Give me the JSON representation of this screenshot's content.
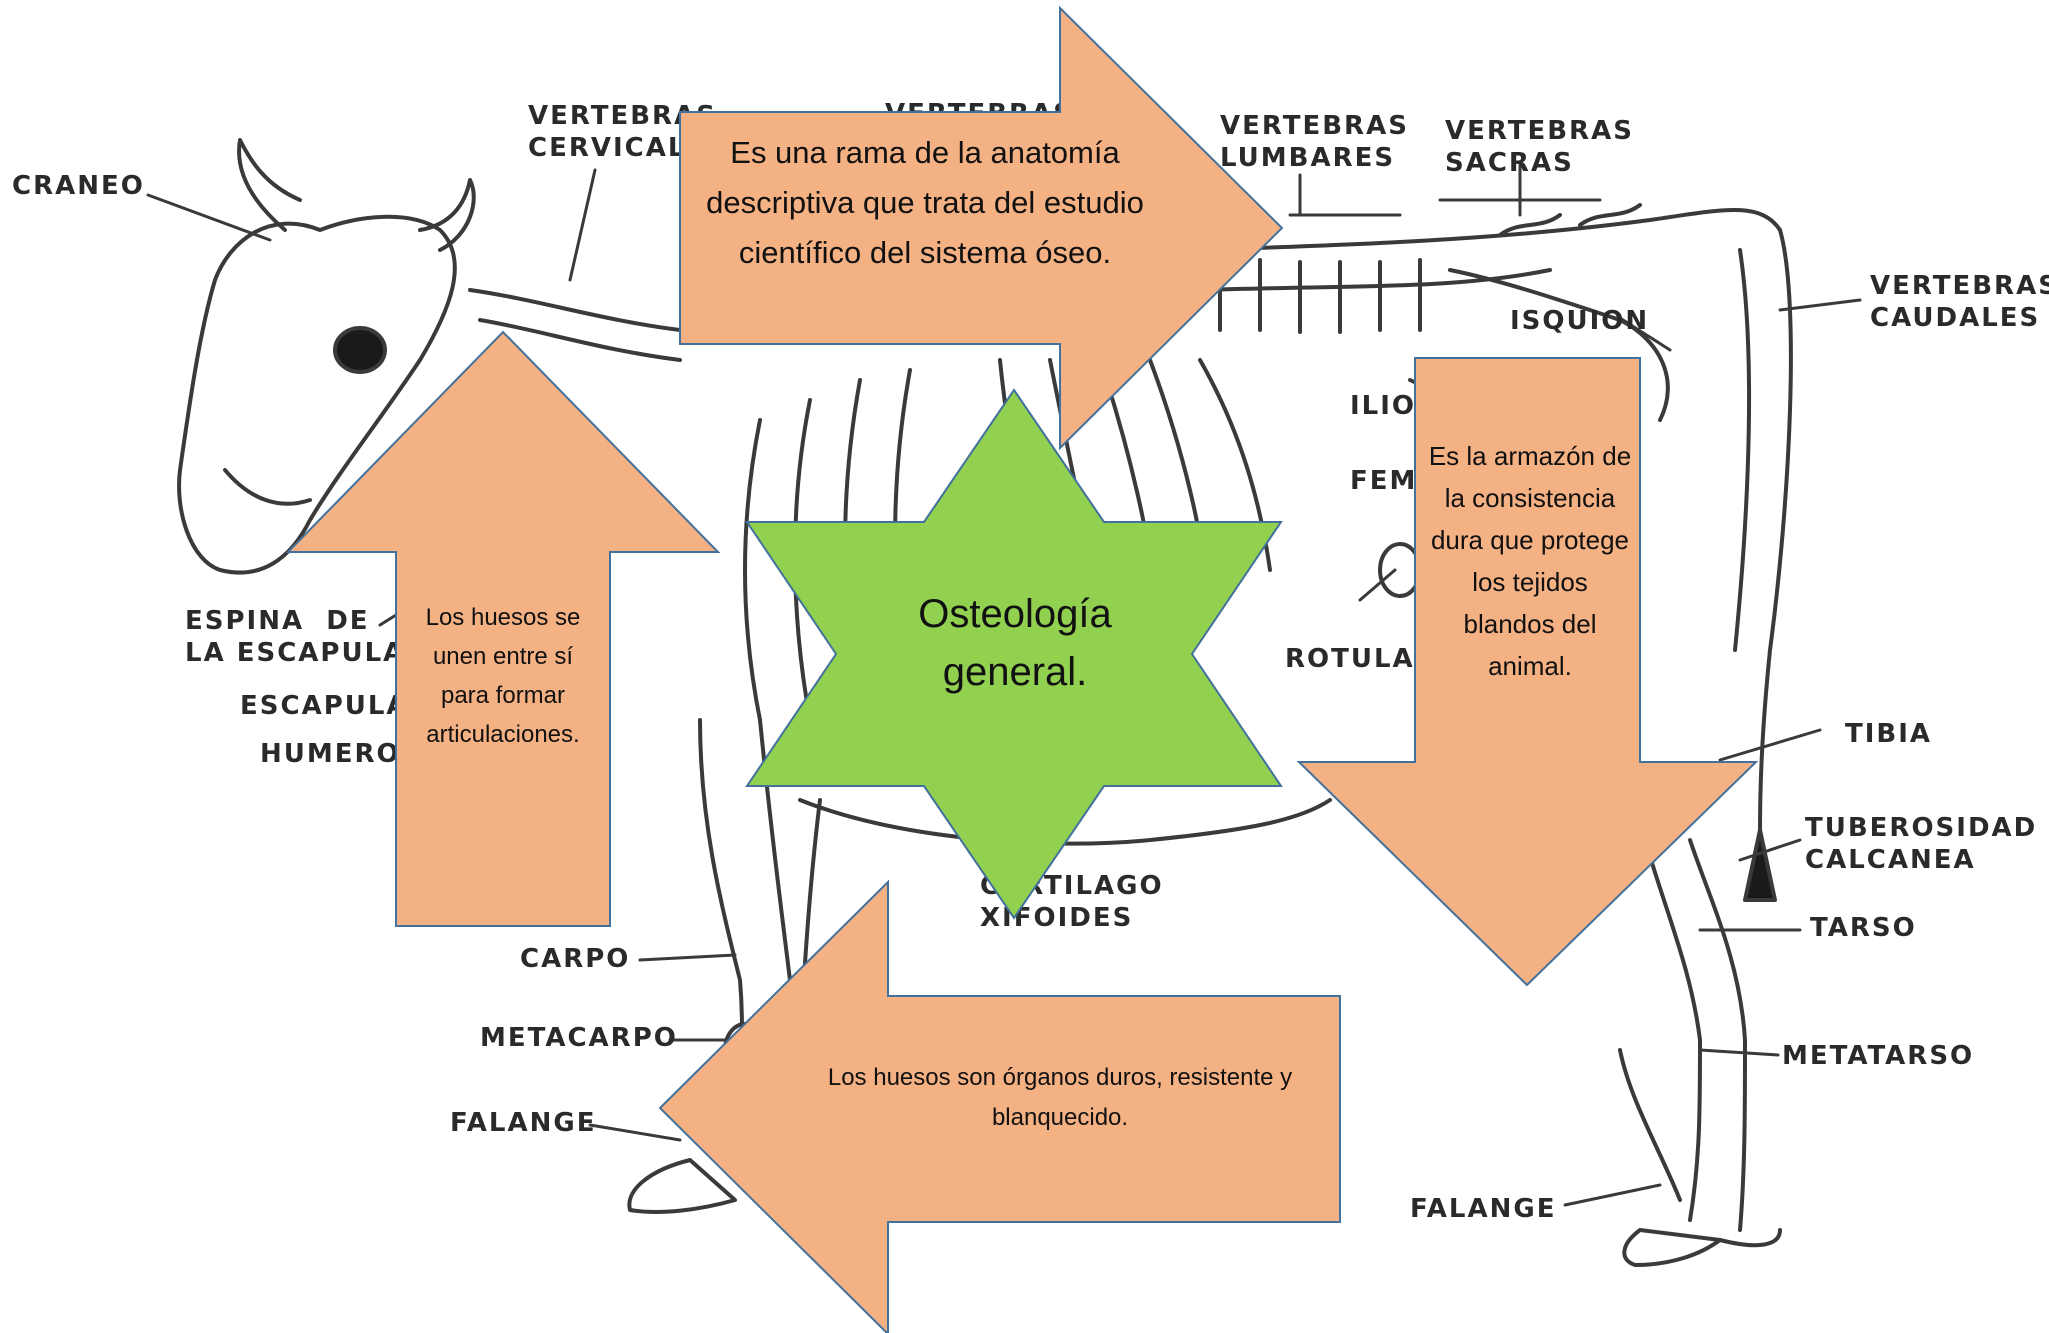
{
  "center": {
    "title": "Osteología general."
  },
  "arrows": {
    "top": "Es una rama de la anatomía descriptiva   que trata del estudio científico del sistema óseo.",
    "right": "Es la armazón de la consistencia dura que protege los tejidos blandos del animal.",
    "bottom": "Los huesos son órganos duros, resistente y blanquecido.",
    "left": "Los huesos se unen entre sí para formar articulaciones."
  },
  "bone_labels": {
    "craneo": "CRANEO",
    "cervicales": "VERTEBRAS\nCERVICALE",
    "toracicas": "VERTEBRAS",
    "lumbares": "VERTEBRAS\nLUMBARES",
    "sacras": "VERTEBRAS\nSACRAS",
    "caudales": "VERTEBRAS\nCAUDALES",
    "isquion": "ISQUION",
    "ilion": "ILION",
    "femur": "FEMU",
    "rotula": "ROTULA",
    "espina": "ESPINA  DE\nLA ESCAPULA",
    "escapula": "ESCAPULA",
    "humero": "HUMERO",
    "tibia": "TIBIA",
    "tuberosidad": "TUBEROSIDAD\nCALCANEA",
    "tarso": "TARSO",
    "metatarso": "METATARSO",
    "falange_hind": "FALANGE",
    "carpo": "CARPO",
    "metacarpo": "METACARPO",
    "falange_front": "FALANGE",
    "cartilago": "CARTILAGO\nXIFOIDES"
  },
  "colors": {
    "arrow_fill": "#f4b183",
    "arrow_stroke": "#41719c",
    "star_fill": "#92d050",
    "star_stroke": "#41719c",
    "drawing": "#3a3a3a"
  }
}
